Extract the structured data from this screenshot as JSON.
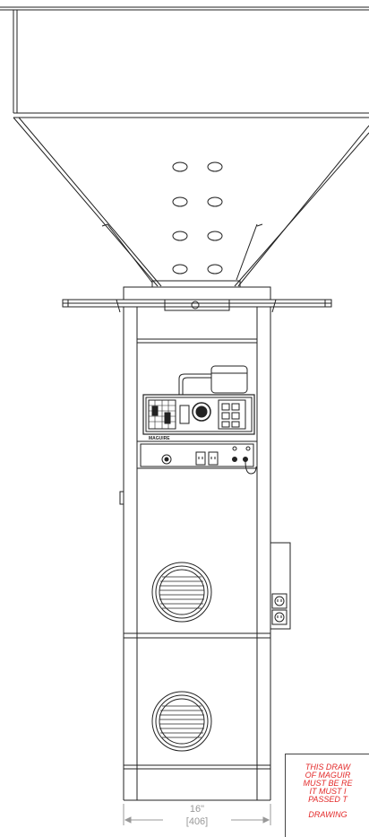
{
  "dimension": {
    "inches": "16\"",
    "millimeters": "[406]"
  },
  "control_panel": {
    "brand": "MAGUIRE"
  },
  "notice": {
    "lines": [
      "THIS DRAW",
      "OF MAGUIR",
      "MUST BE RE",
      "IT MUST I",
      "PASSED T",
      "DRAWING"
    ]
  },
  "colors": {
    "line": "#222222",
    "dimension": "#999999",
    "notice": "#e32a2a"
  }
}
